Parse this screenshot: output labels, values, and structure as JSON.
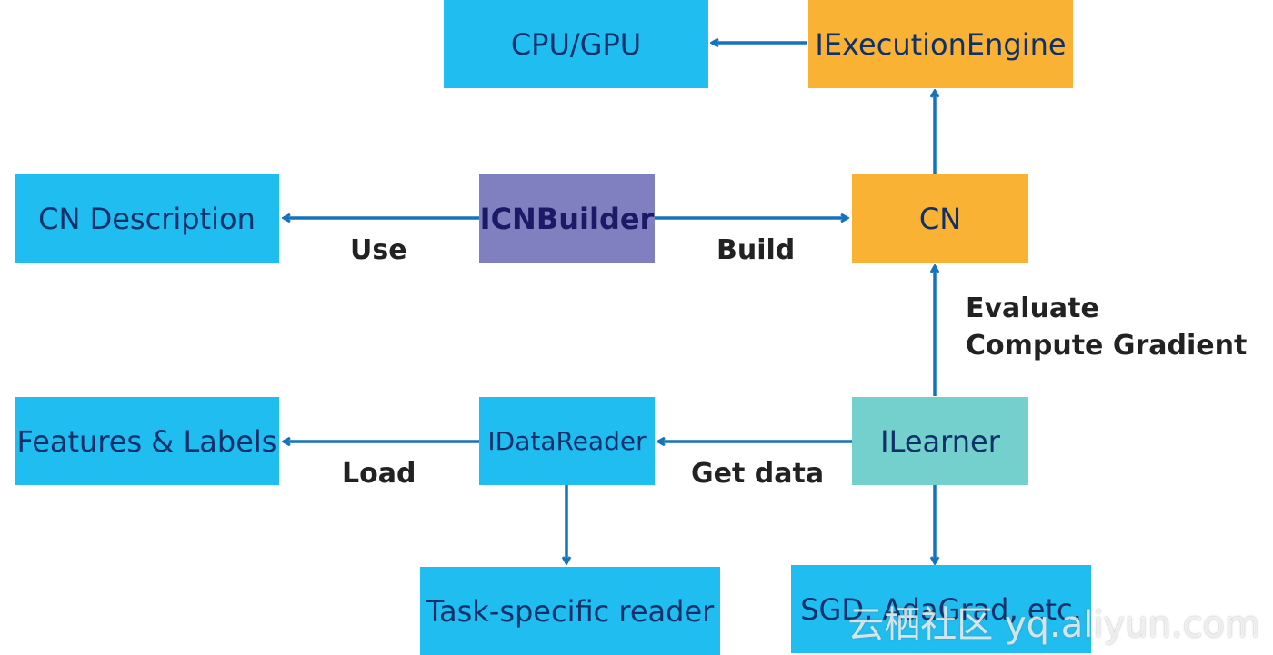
{
  "boxes": {
    "cpu_gpu": "CPU/GPU",
    "iexecution_engine": "IExecutionEngine",
    "cn_description": "CN Description",
    "icn_builder": "ICNBuilder",
    "cn": "CN",
    "features_labels": "Features & Labels",
    "idata_reader": "IDataReader",
    "ilearner": "ILearner",
    "task_specific_reader": "Task-specific reader",
    "optimizers": "SGD, AdaGrad, etc."
  },
  "edge_labels": {
    "use": "Use",
    "build": "Build",
    "evaluate": "Evaluate",
    "compute_gradient": "Compute Gradient",
    "load": "Load",
    "get_data": "Get data"
  },
  "watermark": "云栖社区 yq.aliyun.com",
  "colors": {
    "box_blue": "#20bdf1",
    "box_orange": "#f9b233",
    "box_purple": "#8080c0",
    "box_teal": "#74d0cc",
    "arrow": "#1474bb"
  }
}
